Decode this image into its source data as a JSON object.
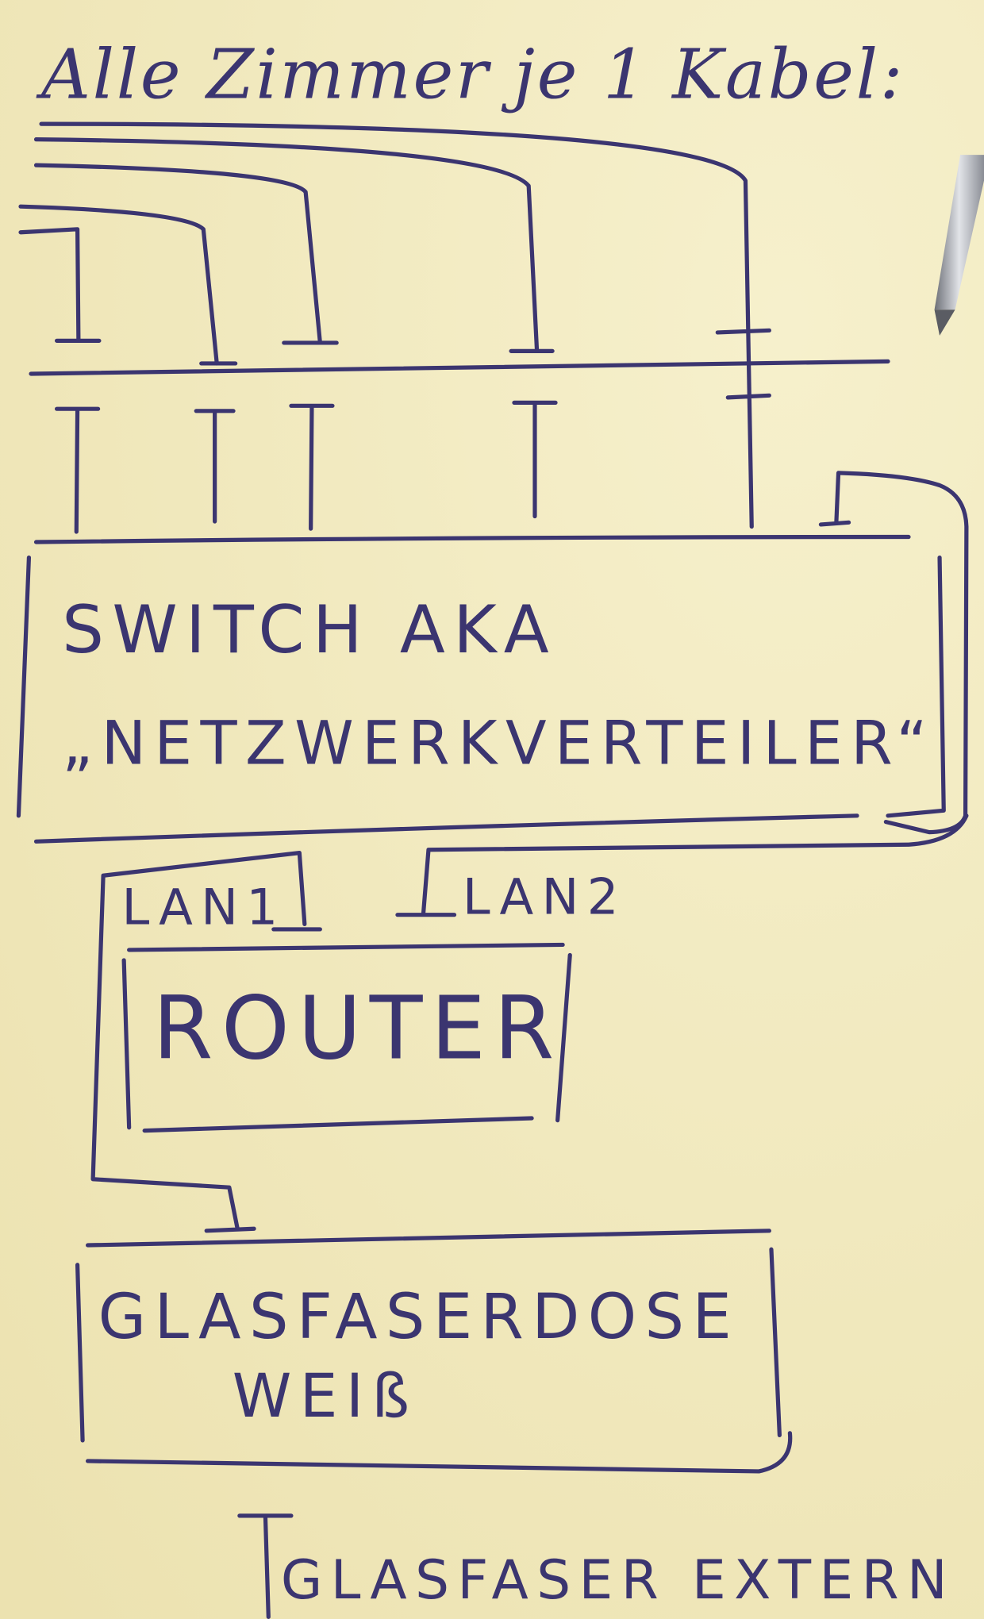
{
  "note": {
    "title": "Alle Zimmer je 1 Kabel:",
    "switch_line1": "SWITCH AKA",
    "switch_line2": "„NETZWERKVERTEILER“",
    "lan1": "LAN1",
    "lan2": "LAN2",
    "router": "ROUTER",
    "fiber_box_line1": "GLASFASERDOSE",
    "fiber_box_line2": "WEIß",
    "fiber_external": "GLASFASER EXTERN"
  },
  "colors": {
    "paper": "#efe7b8",
    "ink": "#3b3570"
  }
}
